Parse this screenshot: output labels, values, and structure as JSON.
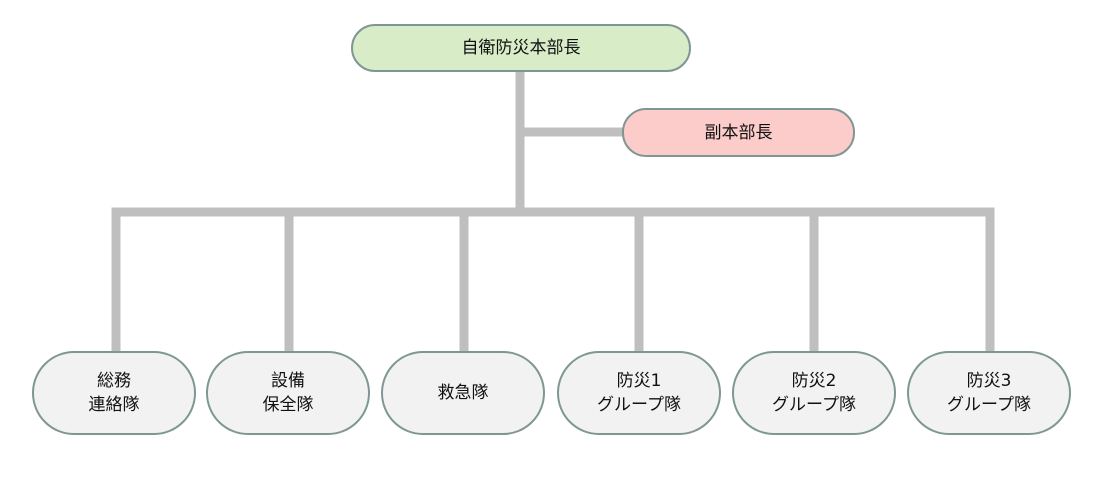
{
  "colors": {
    "connector": "#bfbfbf",
    "node_border": "#7f9794",
    "head_fill": "#d9ecc8",
    "deputy_fill": "#fccccb",
    "unit_fill": "#f2f2f2"
  },
  "org": {
    "head": {
      "label": "自衛防災本部長"
    },
    "deputy": {
      "label": "副本部長"
    },
    "units": [
      {
        "label": "総務\n連絡隊"
      },
      {
        "label": "設備\n保全隊"
      },
      {
        "label": "救急隊"
      },
      {
        "label": "防災1\nグループ隊"
      },
      {
        "label": "防災2\nグループ隊"
      },
      {
        "label": "防災3\nグループ隊"
      }
    ]
  }
}
